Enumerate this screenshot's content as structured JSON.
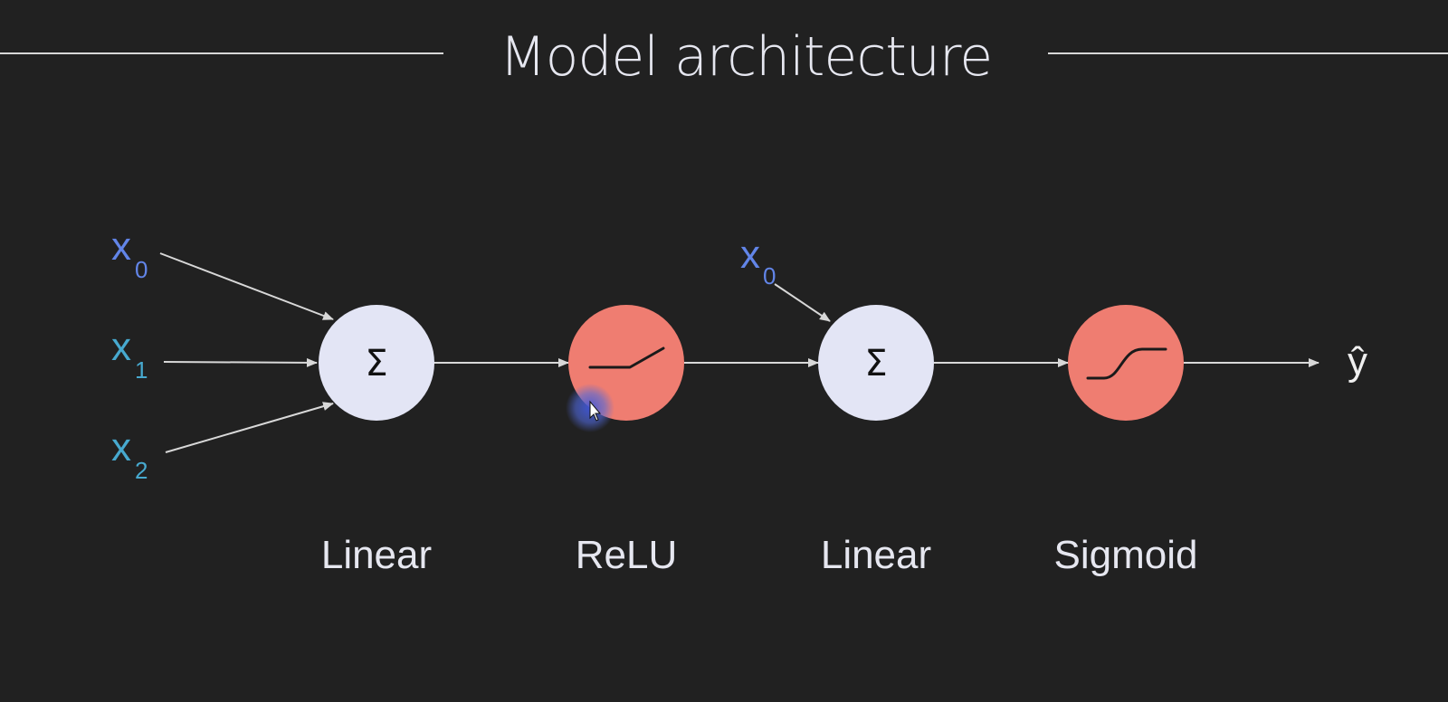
{
  "title": "Model architecture",
  "colors": {
    "background": "#212121",
    "text": "#e6e7f0",
    "line": "#d8d8d8",
    "linear_node": "#e3e5f5",
    "activation_node": "#ef7d71",
    "x0_color": "#6285e8",
    "x_color": "#47a9cf",
    "cursor_halo": "#4b5fd0"
  },
  "inputs": [
    {
      "base": "x",
      "sub": "0"
    },
    {
      "base": "x",
      "sub": "1"
    },
    {
      "base": "x",
      "sub": "2"
    }
  ],
  "bias_input": {
    "base": "x",
    "sub": "0"
  },
  "nodes": [
    {
      "type": "linear",
      "symbol": "Σ",
      "label": "Linear"
    },
    {
      "type": "activation",
      "icon": "relu-curve-icon",
      "label": "ReLU"
    },
    {
      "type": "linear",
      "symbol": "Σ",
      "label": "Linear"
    },
    {
      "type": "activation",
      "icon": "sigmoid-curve-icon",
      "label": "Sigmoid"
    }
  ],
  "output": "ŷ"
}
